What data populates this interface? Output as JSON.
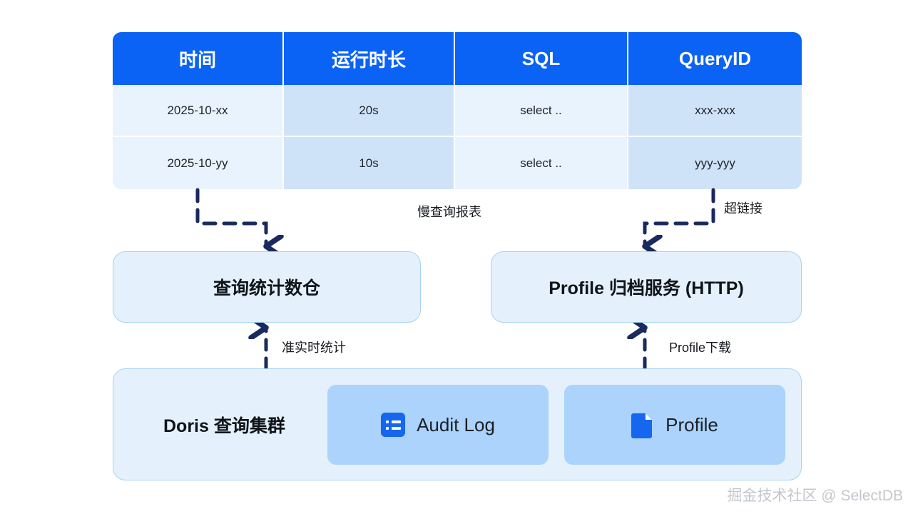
{
  "table": {
    "headers": [
      "时间",
      "运行时长",
      "SQL",
      "QueryID"
    ],
    "rows": [
      [
        "2025-10-xx",
        "20s",
        "select ..",
        "xxx-xxx"
      ],
      [
        "2025-10-yy",
        "10s",
        "select ..",
        "yyy-yyy"
      ]
    ]
  },
  "boxes": {
    "left": "查询统计数仓",
    "right": "Profile 归档服务 (HTTP)"
  },
  "cluster": {
    "title": "Doris 查询集群",
    "chips": [
      {
        "label": "Audit Log",
        "icon": "list-icon"
      },
      {
        "label": "Profile",
        "icon": "file-icon"
      }
    ]
  },
  "edges": {
    "slow_query": "慢查询报表",
    "hyperlink": "超链接",
    "realtime_stats": "准实时统计",
    "profile_download": "Profile下载"
  },
  "watermark": "掘金技术社区 @ SelectDB",
  "colors": {
    "header_blue": "#0b63f6",
    "cell_light": "#e9f3fd",
    "cell_dark": "#cfe3f8",
    "panel_fill": "#e4f1fc",
    "panel_border": "#a8d2f2",
    "chip_fill": "#abd3fb",
    "icon_blue": "#1667f0",
    "arrow_navy": "#1a2a5e"
  }
}
